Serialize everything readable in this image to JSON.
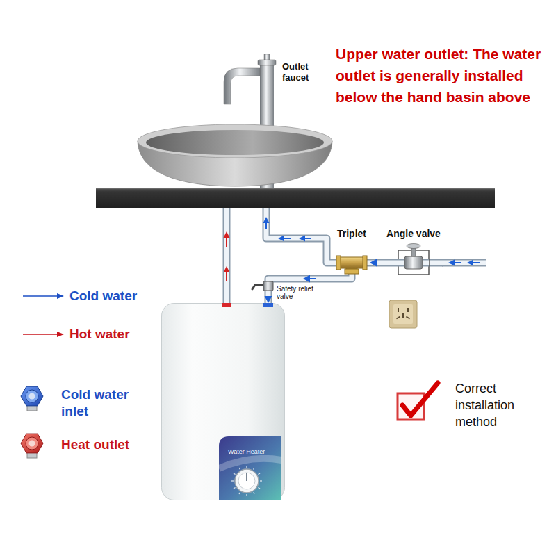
{
  "diagram": {
    "nodes": [
      {
        "text": [
          "Triplet"
        ]
      },
      {
        "text": [
          "Angle valve"
        ]
      },
      {
        "text": [
          "Water Heater"
        ]
      }
    ],
    "edges": [
      {
        "from": 1,
        "to": 0,
        "arrow": "to"
      },
      {
        "from": 0,
        "to": 2,
        "arrow": "to"
      }
    ],
    "labels": [
      "Upper water outlet: The water outlet is generally installed below the hand basin above",
      "Outlet faucet",
      "Safety relief valve",
      "Correct installation method"
    ],
    "legend": [
      {
        "text": "Cold water"
      },
      {
        "text": "Hot water"
      },
      {
        "text": "Cold water inlet"
      },
      {
        "text": "Heat outlet"
      }
    ]
  }
}
